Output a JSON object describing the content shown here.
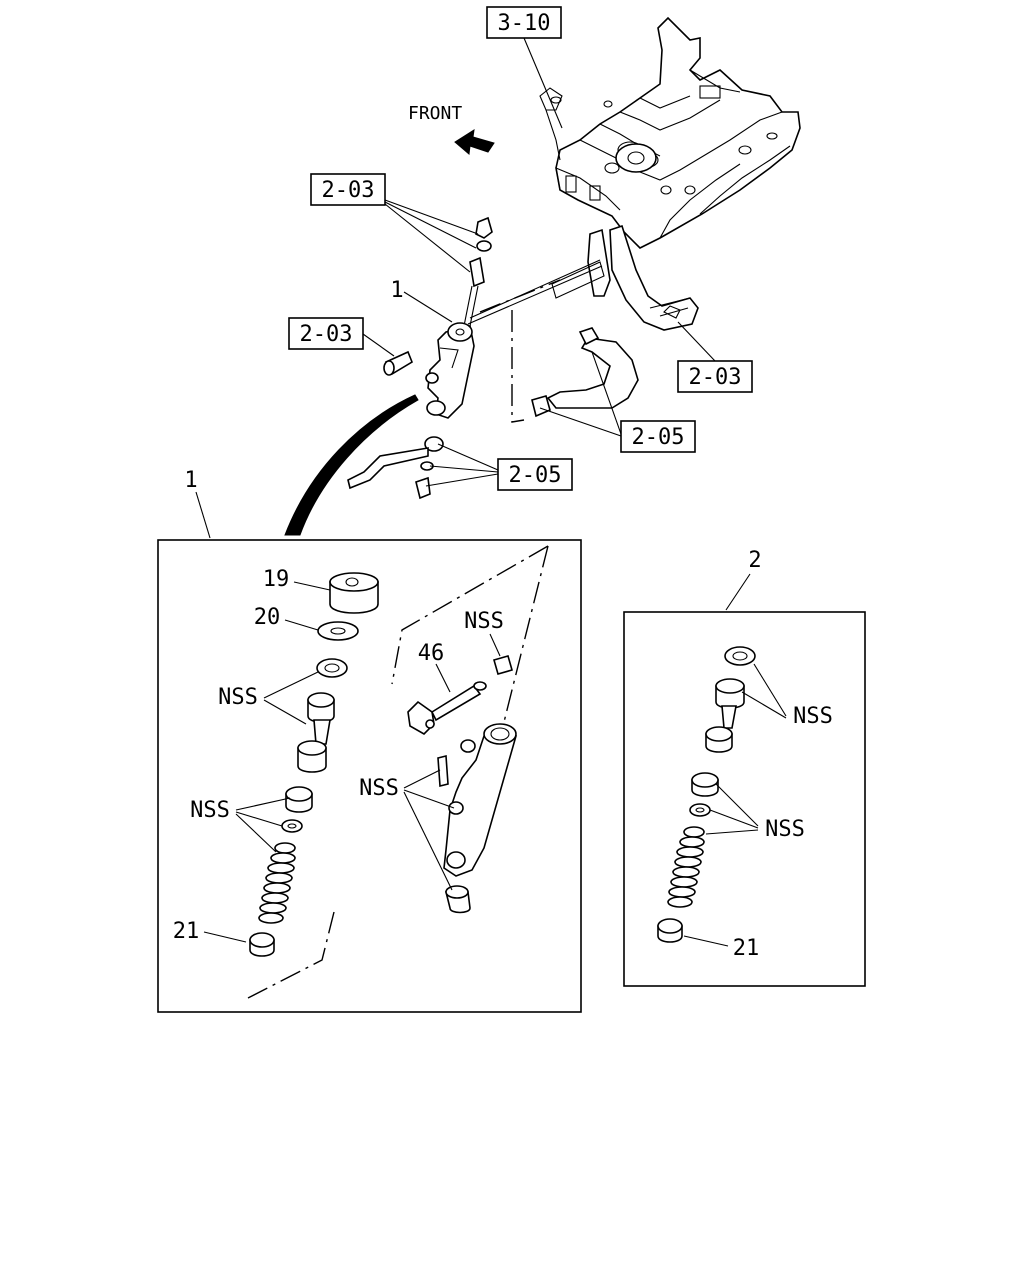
{
  "direction_label": "FRONT",
  "refs": {
    "pedal_bracket": "3-10",
    "pushrod_hardware": "2-03",
    "bolt": "2-03",
    "pedal": "2-03",
    "hose": "2-05",
    "pipe": "2-05"
  },
  "callouts": {
    "master_cylinder": "1",
    "kit_1": "1",
    "kit_2": "2",
    "reservoir_cap": "19",
    "cap_washer": "20",
    "kit1_seal_set": "NSS",
    "kit1_piston_spring": "NSS",
    "kit1_body": "NSS",
    "kit1_pushrod_boot": "NSS",
    "pushrod_yoke": "46",
    "spring_seat": "21",
    "kit2_seal_set": "NSS",
    "kit2_piston_spring": "NSS",
    "kit2_spring_seat": "21"
  }
}
